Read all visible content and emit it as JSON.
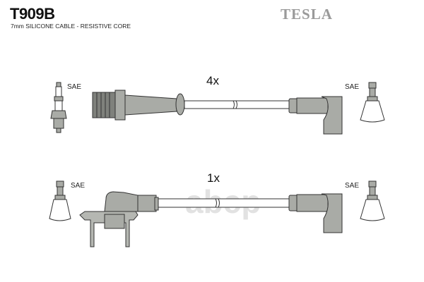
{
  "header": {
    "part_number": "T909B",
    "description": "7mm SILICONE CABLE - RESISTIVE CORE",
    "brand_logo": "TESLA"
  },
  "watermark": "abcp",
  "row1": {
    "quantity": "4x",
    "left_label": "SAE",
    "right_label": "SAE"
  },
  "row2": {
    "quantity": "1x",
    "left_label": "SAE",
    "right_label": "SAE"
  },
  "colors": {
    "boot_fill": "#a9aba6",
    "outline": "#333333",
    "brand": "#9a9a9a"
  }
}
